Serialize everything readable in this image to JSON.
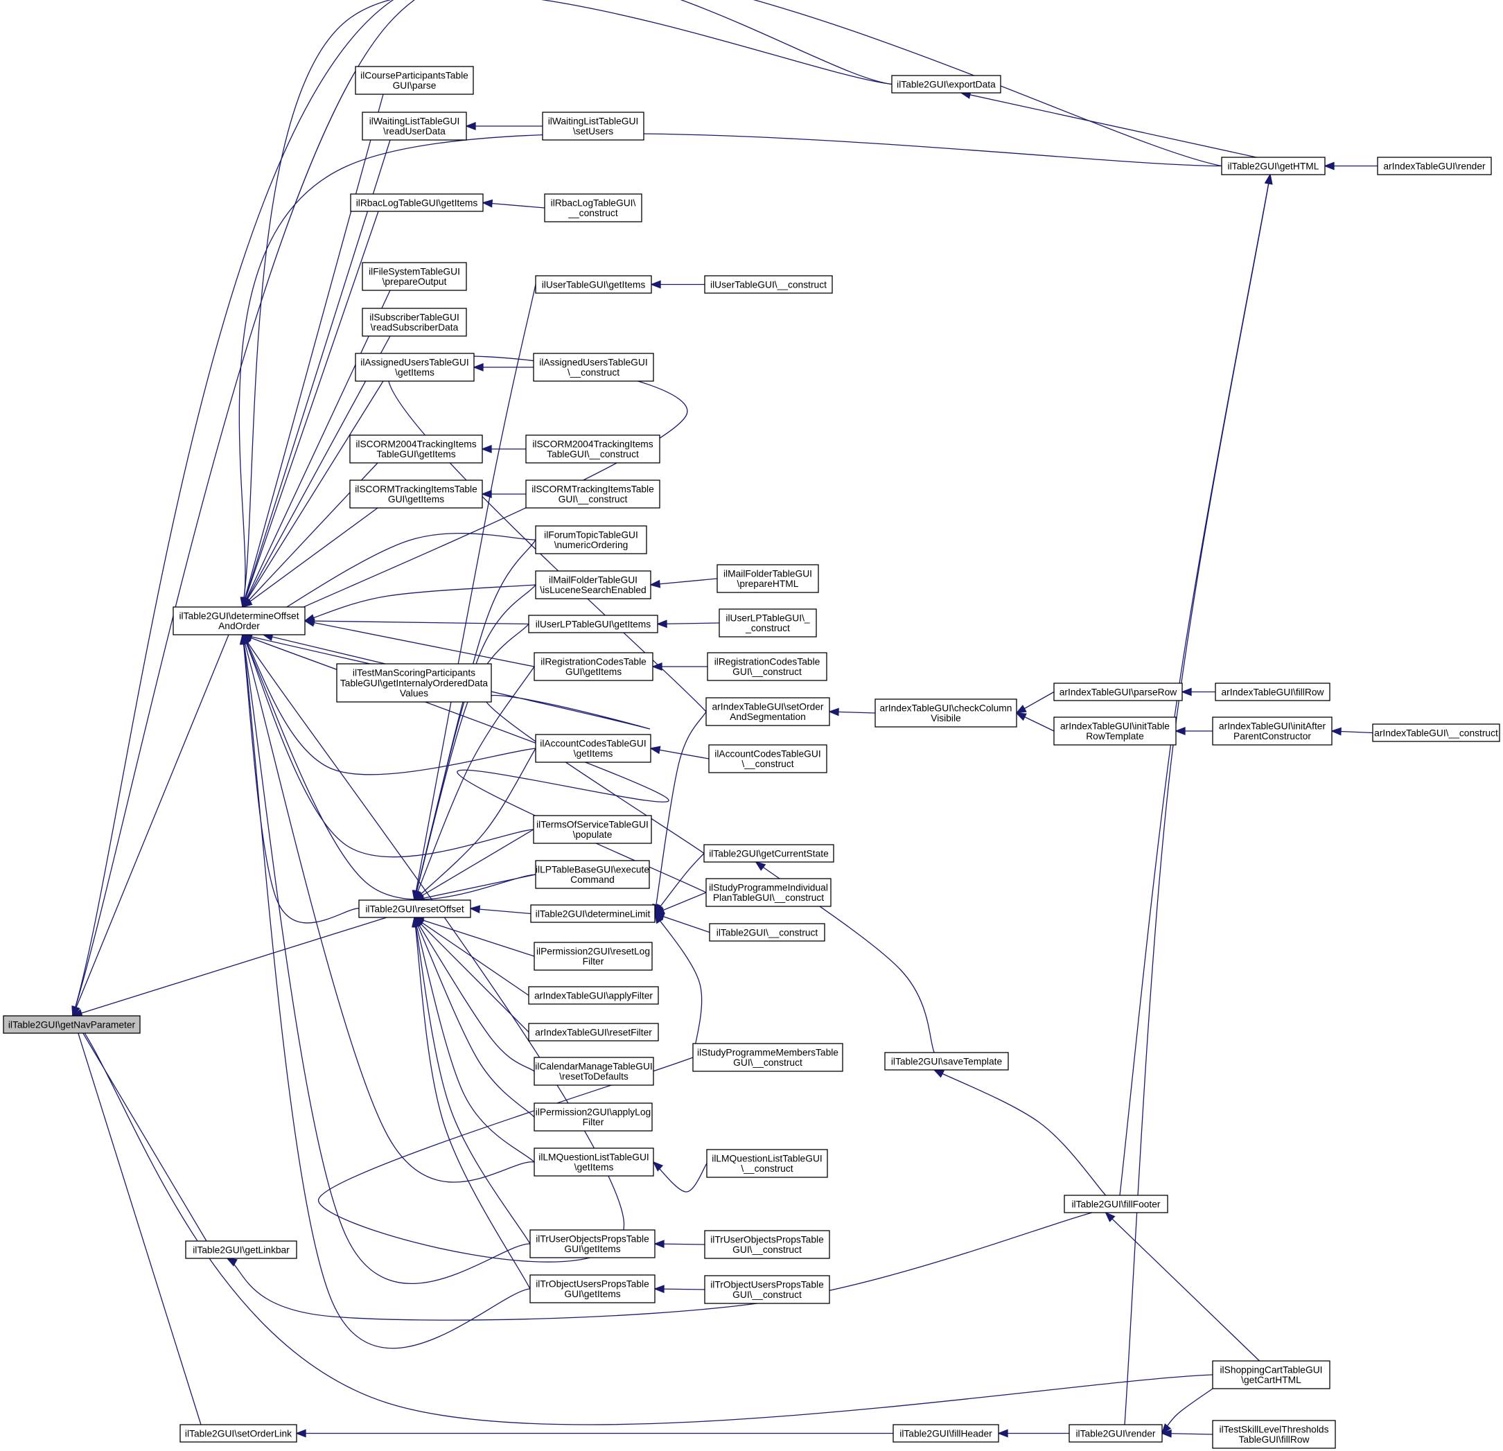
{
  "colors": {
    "edge": "#191970",
    "node_border": "#000000",
    "focus_fill": "#bfbfbf",
    "background": "#ffffff"
  },
  "nodes": [
    {
      "id": "nav",
      "lines": [
        "ilTable2GUI\\getNavParameter"
      ],
      "focus": true
    },
    {
      "id": "determine",
      "lines": [
        "ilTable2GUI\\determineOffset",
        "AndOrder"
      ]
    },
    {
      "id": "linkbar",
      "lines": [
        "ilTable2GUI\\getLinkbar"
      ]
    },
    {
      "id": "setorderlink",
      "lines": [
        "ilTable2GUI\\setOrderLink"
      ]
    },
    {
      "id": "coursepart",
      "lines": [
        "ilCourseParticipantsTable",
        "GUI\\parse"
      ]
    },
    {
      "id": "waitread",
      "lines": [
        "ilWaitingListTableGUI",
        "\\readUserData"
      ]
    },
    {
      "id": "rbaclog",
      "lines": [
        "ilRbacLogTableGUI\\getItems"
      ]
    },
    {
      "id": "filesys",
      "lines": [
        "ilFileSystemTableGUI",
        "\\prepareOutput"
      ]
    },
    {
      "id": "subscriber",
      "lines": [
        "ilSubscriberTableGUI",
        "\\readSubscriberData"
      ]
    },
    {
      "id": "assigned",
      "lines": [
        "ilAssignedUsersTableGUI",
        "\\getItems"
      ]
    },
    {
      "id": "scorm2004",
      "lines": [
        "ilSCORM2004TrackingItems",
        "TableGUI\\getItems"
      ]
    },
    {
      "id": "scormtrack",
      "lines": [
        "ilSCORMTrackingItemsTable",
        "GUI\\getItems"
      ]
    },
    {
      "id": "testman",
      "lines": [
        "ilTestManScoringParticipants",
        "TableGUI\\getInternalyOrderedData",
        "Values"
      ]
    },
    {
      "id": "resetoffset",
      "lines": [
        "ilTable2GUI\\resetOffset"
      ]
    },
    {
      "id": "waitset",
      "lines": [
        "ilWaitingListTableGUI",
        "\\setUsers"
      ]
    },
    {
      "id": "rbaccons",
      "lines": [
        "ilRbacLogTableGUI\\",
        "__construct"
      ]
    },
    {
      "id": "usergetitems",
      "lines": [
        "ilUserTableGUI\\getItems"
      ]
    },
    {
      "id": "assignedcons",
      "lines": [
        "ilAssignedUsersTableGUI",
        "\\__construct"
      ]
    },
    {
      "id": "scorm2004cons",
      "lines": [
        "ilSCORM2004TrackingItems",
        "TableGUI\\__construct"
      ]
    },
    {
      "id": "scormtrackcons",
      "lines": [
        "ilSCORMTrackingItemsTable",
        "GUI\\__construct"
      ]
    },
    {
      "id": "forumtopic",
      "lines": [
        "ilForumTopicTableGUI",
        "\\numericOrdering"
      ]
    },
    {
      "id": "mailfolder",
      "lines": [
        "ilMailFolderTableGUI",
        "\\isLuceneSearchEnabled"
      ]
    },
    {
      "id": "userlp",
      "lines": [
        "ilUserLPTableGUI\\getItems"
      ]
    },
    {
      "id": "regcodes",
      "lines": [
        "ilRegistrationCodesTable",
        "GUI\\getItems"
      ]
    },
    {
      "id": "acccodes",
      "lines": [
        "ilAccountCodesTableGUI",
        "\\getItems"
      ]
    },
    {
      "id": "tos",
      "lines": [
        "ilTermsOfServiceTableGUI",
        "\\populate"
      ]
    },
    {
      "id": "lptablebase",
      "lines": [
        "ilLPTableBaseGUI\\execute",
        "Command"
      ]
    },
    {
      "id": "determinelimit",
      "lines": [
        "ilTable2GUI\\determineLimit"
      ]
    },
    {
      "id": "permreset",
      "lines": [
        "ilPermission2GUI\\resetLog",
        "Filter"
      ]
    },
    {
      "id": "arapply",
      "lines": [
        "arIndexTableGUI\\applyFilter"
      ]
    },
    {
      "id": "arreset",
      "lines": [
        "arIndexTableGUI\\resetFilter"
      ]
    },
    {
      "id": "calendar",
      "lines": [
        "ilCalendarManageTableGUI",
        "\\resetToDefaults"
      ]
    },
    {
      "id": "permapply",
      "lines": [
        "ilPermission2GUI\\applyLog",
        "Filter"
      ]
    },
    {
      "id": "lmquestion",
      "lines": [
        "ilLMQuestionListTableGUI",
        "\\getItems"
      ]
    },
    {
      "id": "truserobj",
      "lines": [
        "ilTrUserObjectsPropsTable",
        "GUI\\getItems"
      ]
    },
    {
      "id": "trobjuser",
      "lines": [
        "ilTrObjectUsersPropsTable",
        "GUI\\getItems"
      ]
    },
    {
      "id": "usercons",
      "lines": [
        "ilUserTableGUI\\__construct"
      ]
    },
    {
      "id": "mailprep",
      "lines": [
        "ilMailFolderTableGUI",
        "\\prepareHTML"
      ]
    },
    {
      "id": "userlpcons",
      "lines": [
        "ilUserLPTableGUI\\_",
        "_construct"
      ]
    },
    {
      "id": "regcons",
      "lines": [
        "ilRegistrationCodesTable",
        "GUI\\__construct"
      ]
    },
    {
      "id": "arsetorder",
      "lines": [
        "arIndexTableGUI\\setOrder",
        "AndSegmentation"
      ]
    },
    {
      "id": "acccons",
      "lines": [
        "ilAccountCodesTableGUI",
        "\\__construct"
      ]
    },
    {
      "id": "getcurrentstate",
      "lines": [
        "ilTable2GUI\\getCurrentState"
      ]
    },
    {
      "id": "studyindiv",
      "lines": [
        "ilStudyProgrammeIndividual",
        "PlanTableGUI\\__construct"
      ]
    },
    {
      "id": "t2cons",
      "lines": [
        "ilTable2GUI\\__construct"
      ]
    },
    {
      "id": "studymembers",
      "lines": [
        "ilStudyProgrammeMembersTable",
        "GUI\\__construct"
      ]
    },
    {
      "id": "lmqcons",
      "lines": [
        "ilLMQuestionListTableGUI",
        "\\__construct"
      ]
    },
    {
      "id": "truserobjcons",
      "lines": [
        "ilTrUserObjectsPropsTable",
        "GUI\\__construct"
      ]
    },
    {
      "id": "trobjusercons",
      "lines": [
        "ilTrObjectUsersPropsTable",
        "GUI\\__construct"
      ]
    },
    {
      "id": "exportdata",
      "lines": [
        "ilTable2GUI\\exportData"
      ]
    },
    {
      "id": "checkcol",
      "lines": [
        "arIndexTableGUI\\checkColumn",
        "Visibile"
      ]
    },
    {
      "id": "savetemplate",
      "lines": [
        "ilTable2GUI\\saveTemplate"
      ]
    },
    {
      "id": "fillheader",
      "lines": [
        "ilTable2GUI\\fillHeader"
      ]
    },
    {
      "id": "parserow",
      "lines": [
        "arIndexTableGUI\\parseRow"
      ]
    },
    {
      "id": "inittablerow",
      "lines": [
        "arIndexTableGUI\\initTable",
        "RowTemplate"
      ]
    },
    {
      "id": "fillfooter",
      "lines": [
        "ilTable2GUI\\fillFooter"
      ]
    },
    {
      "id": "t2render",
      "lines": [
        "ilTable2GUI\\render"
      ]
    },
    {
      "id": "gethtml",
      "lines": [
        "ilTable2GUI\\getHTML"
      ]
    },
    {
      "id": "arfillrow",
      "lines": [
        "arIndexTableGUI\\fillRow"
      ]
    },
    {
      "id": "initafter",
      "lines": [
        "arIndexTableGUI\\initAfter",
        "ParentConstructor"
      ]
    },
    {
      "id": "shopping",
      "lines": [
        "ilShoppingCartTableGUI",
        "\\getCartHTML"
      ]
    },
    {
      "id": "testskill",
      "lines": [
        "ilTestSkillLevelThresholds",
        "TableGUI\\fillRow"
      ]
    },
    {
      "id": "arrender",
      "lines": [
        "arIndexTableGUI\\render"
      ]
    },
    {
      "id": "arcons",
      "lines": [
        "arIndexTableGUI\\__construct"
      ]
    }
  ],
  "edges": [
    [
      "determine",
      "nav"
    ],
    [
      "linkbar",
      "nav"
    ],
    [
      "setorderlink",
      "nav"
    ],
    [
      "resetoffset",
      "nav"
    ],
    [
      "gethtml",
      "nav"
    ],
    [
      "exportdata",
      "nav"
    ],
    [
      "shopping",
      "nav"
    ],
    [
      "coursepart",
      "determine"
    ],
    [
      "waitread",
      "determine"
    ],
    [
      "rbaclog",
      "determine"
    ],
    [
      "filesys",
      "determine"
    ],
    [
      "subscriber",
      "determine"
    ],
    [
      "assigned",
      "determine"
    ],
    [
      "scorm2004",
      "determine"
    ],
    [
      "scormtrack",
      "determine"
    ],
    [
      "testman",
      "determine"
    ],
    [
      "resetoffset",
      "determine"
    ],
    [
      "forumtopic",
      "determine"
    ],
    [
      "mailfolder",
      "determine"
    ],
    [
      "userlp",
      "determine"
    ],
    [
      "regcodes",
      "determine"
    ],
    [
      "acccodes",
      "determine"
    ],
    [
      "tos",
      "determine"
    ],
    [
      "lptablebase",
      "determine"
    ],
    [
      "lmquestion",
      "determine"
    ],
    [
      "truserobj",
      "determine"
    ],
    [
      "trobjuser",
      "determine"
    ],
    [
      "arsetorder",
      "determine"
    ],
    [
      "getcurrentstate",
      "determine"
    ],
    [
      "studyindiv",
      "determine"
    ],
    [
      "gethtml",
      "determine"
    ],
    [
      "exportdata",
      "determine"
    ],
    [
      "studymembers",
      "determine"
    ],
    [
      "waitset",
      "waitread"
    ],
    [
      "rbaccons",
      "rbaclog"
    ],
    [
      "assignedcons",
      "assigned"
    ],
    [
      "scorm2004cons",
      "scorm2004"
    ],
    [
      "scormtrackcons",
      "scormtrack"
    ],
    [
      "usergetitems",
      "resetoffset"
    ],
    [
      "forumtopic",
      "resetoffset"
    ],
    [
      "mailfolder",
      "resetoffset"
    ],
    [
      "userlp",
      "resetoffset"
    ],
    [
      "regcodes",
      "resetoffset"
    ],
    [
      "acccodes",
      "resetoffset"
    ],
    [
      "tos",
      "resetoffset"
    ],
    [
      "lptablebase",
      "resetoffset"
    ],
    [
      "determinelimit",
      "resetoffset"
    ],
    [
      "permreset",
      "resetoffset"
    ],
    [
      "arapply",
      "resetoffset"
    ],
    [
      "arreset",
      "resetoffset"
    ],
    [
      "calendar",
      "resetoffset"
    ],
    [
      "permapply",
      "resetoffset"
    ],
    [
      "lmquestion",
      "resetoffset"
    ],
    [
      "truserobj",
      "resetoffset"
    ],
    [
      "trobjuser",
      "resetoffset"
    ],
    [
      "usercons",
      "usergetitems"
    ],
    [
      "mailprep",
      "mailfolder"
    ],
    [
      "userlpcons",
      "userlp"
    ],
    [
      "regcons",
      "regcodes"
    ],
    [
      "acccons",
      "acccodes"
    ],
    [
      "arsetorder",
      "determinelimit"
    ],
    [
      "getcurrentstate",
      "determinelimit"
    ],
    [
      "studyindiv",
      "determinelimit"
    ],
    [
      "t2cons",
      "determinelimit"
    ],
    [
      "studymembers",
      "determinelimit"
    ],
    [
      "lmqcons",
      "lmquestion"
    ],
    [
      "truserobjcons",
      "truserobj"
    ],
    [
      "trobjusercons",
      "trobjuser"
    ],
    [
      "fillfooter",
      "linkbar"
    ],
    [
      "fillheader",
      "setorderlink"
    ],
    [
      "t2render",
      "fillheader"
    ],
    [
      "checkcol",
      "arsetorder"
    ],
    [
      "parserow",
      "checkcol"
    ],
    [
      "inittablerow",
      "checkcol"
    ],
    [
      "arfillrow",
      "parserow"
    ],
    [
      "initafter",
      "inittablerow"
    ],
    [
      "arcons",
      "initafter"
    ],
    [
      "savetemplate",
      "getcurrentstate"
    ],
    [
      "fillfooter",
      "savetemplate"
    ],
    [
      "gethtml",
      "exportdata"
    ],
    [
      "arrender",
      "gethtml"
    ],
    [
      "fillfooter",
      "gethtml"
    ],
    [
      "t2render",
      "gethtml"
    ],
    [
      "shopping",
      "fillfooter"
    ],
    [
      "shopping",
      "t2render"
    ],
    [
      "testskill",
      "t2render"
    ]
  ]
}
